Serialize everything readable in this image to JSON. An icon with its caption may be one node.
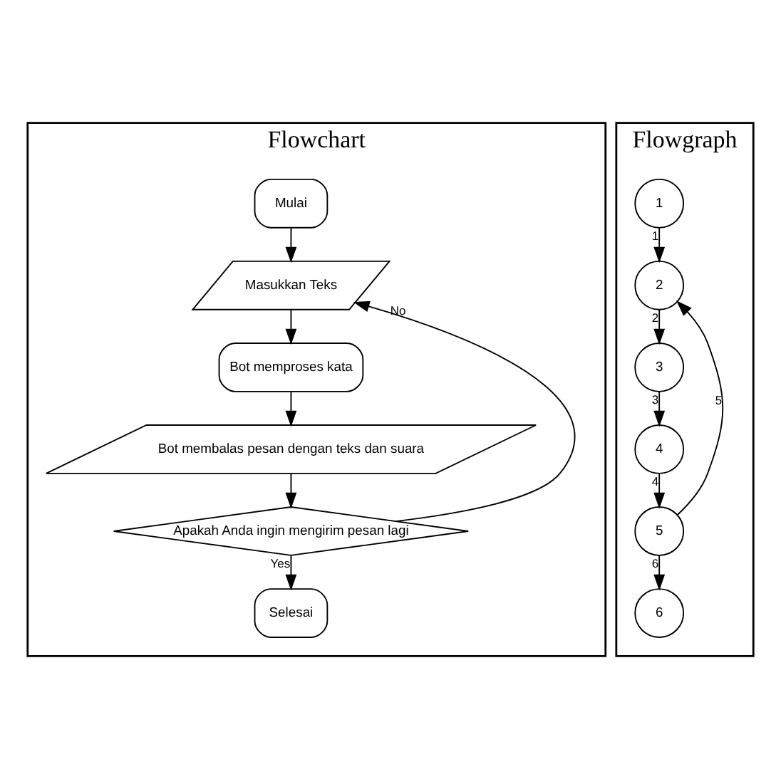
{
  "diagram": {
    "nodes": [
      {
        "text": [
          "Flowchart"
        ]
      },
      {
        "text": [
          "Mulai"
        ],
        "in": 0
      },
      {
        "text": [
          "Masukkan Teks"
        ],
        "in": 0
      },
      {
        "text": [
          "Bot memproses kata"
        ],
        "in": 0
      },
      {
        "text": [
          "Bot membalas pesan dengan teks dan suara"
        ],
        "in": 0
      },
      {
        "text": [
          "Apakah Anda ingin mengirim pesan lagi"
        ],
        "in": 0
      },
      {
        "text": [
          "Selesai"
        ],
        "in": 0
      },
      {
        "text": [
          "Flowgraph"
        ]
      },
      {
        "text": [
          "1"
        ],
        "in": 7
      },
      {
        "text": [
          "2"
        ],
        "in": 7
      },
      {
        "text": [
          "3"
        ],
        "in": 7
      },
      {
        "text": [
          "4"
        ],
        "in": 7
      },
      {
        "text": [
          "5"
        ],
        "in": 7
      },
      {
        "text": [
          "6"
        ],
        "in": 7
      }
    ],
    "edges": [
      {
        "from": 1,
        "to": 2,
        "arrow": "to"
      },
      {
        "from": 2,
        "to": 3,
        "arrow": "to"
      },
      {
        "from": 3,
        "to": 4,
        "arrow": "to"
      },
      {
        "from": 4,
        "to": 5,
        "arrow": "to"
      },
      {
        "from": 5,
        "to": 2,
        "label": "No",
        "arrow": "to"
      },
      {
        "from": 5,
        "to": 6,
        "label": "Yes",
        "arrow": "to"
      },
      {
        "from": 8,
        "to": 9,
        "label": "1",
        "arrow": "to"
      },
      {
        "from": 9,
        "to": 10,
        "label": "2",
        "arrow": "to"
      },
      {
        "from": 10,
        "to": 11,
        "label": "3",
        "arrow": "to"
      },
      {
        "from": 11,
        "to": 12,
        "label": "4",
        "arrow": "to"
      },
      {
        "from": 12,
        "to": 9,
        "label": "5",
        "arrow": "to"
      },
      {
        "from": 12,
        "to": 13,
        "label": "6",
        "arrow": "to"
      }
    ]
  }
}
